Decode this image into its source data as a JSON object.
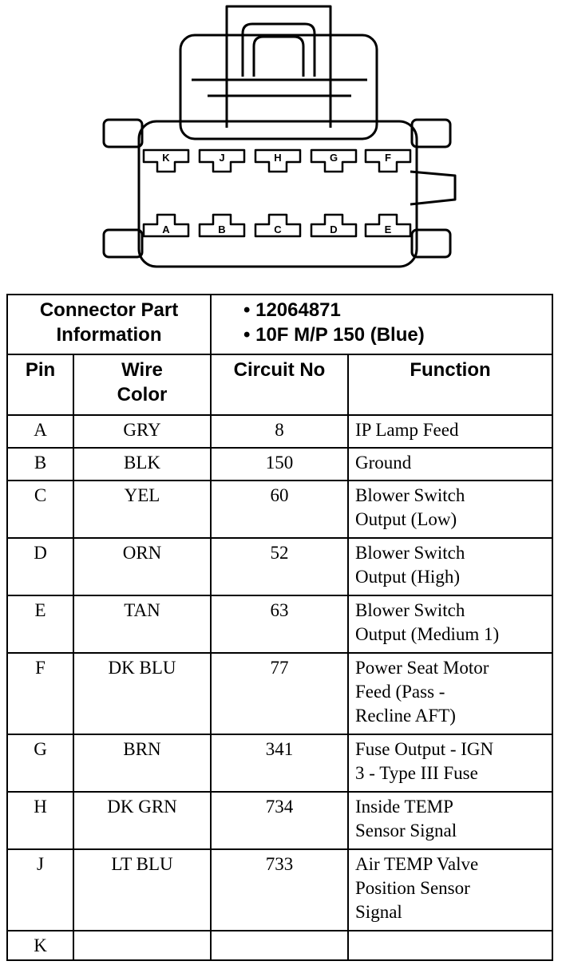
{
  "connector": {
    "top_row_pins": [
      "K",
      "J",
      "H",
      "G",
      "F"
    ],
    "bottom_row_pins": [
      "A",
      "B",
      "C",
      "D",
      "E"
    ]
  },
  "table": {
    "part_info_label_line1": "Connector Part",
    "part_info_label_line2": "Information",
    "part_numbers": [
      "12064871",
      "10F M/P 150 (Blue)"
    ],
    "headers": {
      "pin": "Pin",
      "wire_color_line1": "Wire",
      "wire_color_line2": "Color",
      "circuit_no": "Circuit No",
      "function": "Function"
    },
    "rows": [
      {
        "pin": "A",
        "wire_color": "GRY",
        "circuit": "8",
        "function": [
          "IP Lamp Feed"
        ]
      },
      {
        "pin": "B",
        "wire_color": "BLK",
        "circuit": "150",
        "function": [
          "Ground"
        ]
      },
      {
        "pin": "C",
        "wire_color": "YEL",
        "circuit": "60",
        "function": [
          "Blower Switch",
          "Output (Low)"
        ]
      },
      {
        "pin": "D",
        "wire_color": "ORN",
        "circuit": "52",
        "function": [
          "Blower Switch",
          "Output (High)"
        ]
      },
      {
        "pin": "E",
        "wire_color": "TAN",
        "circuit": "63",
        "function": [
          "Blower Switch",
          "Output (Medium 1)"
        ]
      },
      {
        "pin": "F",
        "wire_color": "DK BLU",
        "circuit": "77",
        "function": [
          "Power Seat Motor",
          "Feed (Pass -",
          "Recline AFT)"
        ]
      },
      {
        "pin": "G",
        "wire_color": "BRN",
        "circuit": "341",
        "function": [
          "Fuse Output - IGN",
          "3 - Type III Fuse"
        ]
      },
      {
        "pin": "H",
        "wire_color": "DK GRN",
        "circuit": "734",
        "function": [
          "Inside TEMP",
          "Sensor Signal"
        ]
      },
      {
        "pin": "J",
        "wire_color": "LT BLU",
        "circuit": "733",
        "function": [
          "Air TEMP Valve",
          "Position Sensor",
          "Signal"
        ]
      },
      {
        "pin": "K",
        "wire_color": "",
        "circuit": "",
        "function": [
          ""
        ]
      }
    ]
  }
}
